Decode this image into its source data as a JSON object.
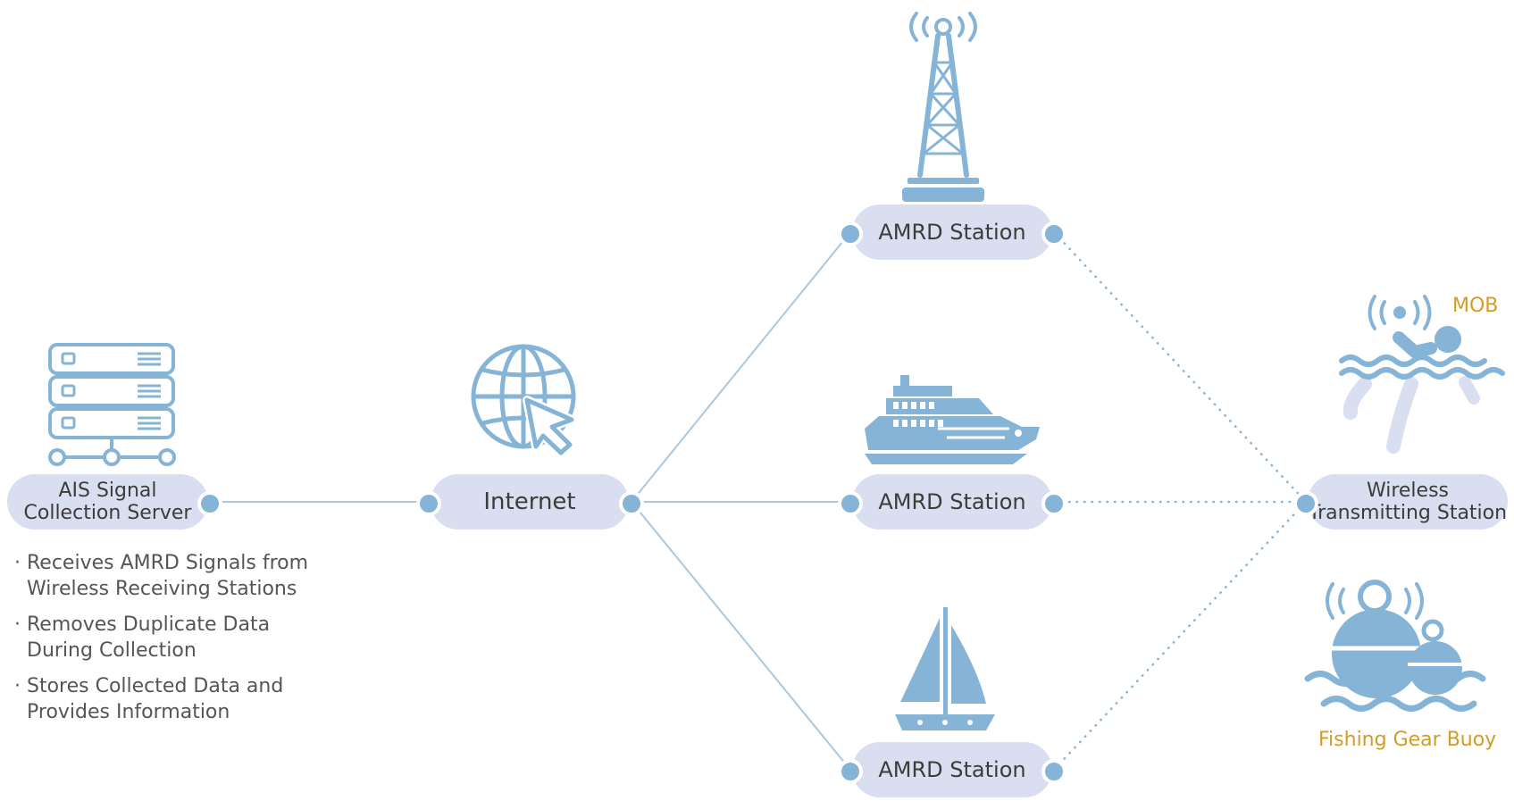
{
  "server": {
    "label_line1": "AIS Signal",
    "label_line2": "Collection Server",
    "notes": [
      {
        "line1": "Receives AMRD Signals from",
        "line2": "Wireless Receiving Stations"
      },
      {
        "line1": "Removes Duplicate Data",
        "line2": "During Collection"
      },
      {
        "line1": "Stores Collected Data and",
        "line2": "Provides Information"
      }
    ],
    "bullet": "·"
  },
  "internet": {
    "label": "Internet"
  },
  "stations": {
    "top": {
      "label": "AMRD Station",
      "icon": "radio-tower-icon"
    },
    "middle": {
      "label": "AMRD Station",
      "icon": "ship-icon"
    },
    "bottom": {
      "label": "AMRD Station",
      "icon": "sailboat-icon"
    }
  },
  "wireless": {
    "label_line1": "Wireless",
    "label_line2": "Transmitting Station"
  },
  "devices": {
    "mob": {
      "label": "MOB",
      "icon": "man-overboard-icon"
    },
    "buoy": {
      "label": "Fishing Gear Buoy",
      "icon": "fishing-buoy-icon"
    }
  },
  "colors": {
    "icon_blue": "#85b4d6",
    "pill_fill": "#d9dff0",
    "line_blue": "#a9c8df",
    "accent_gold": "#d29c25",
    "body_text": "#3c3c3c"
  }
}
